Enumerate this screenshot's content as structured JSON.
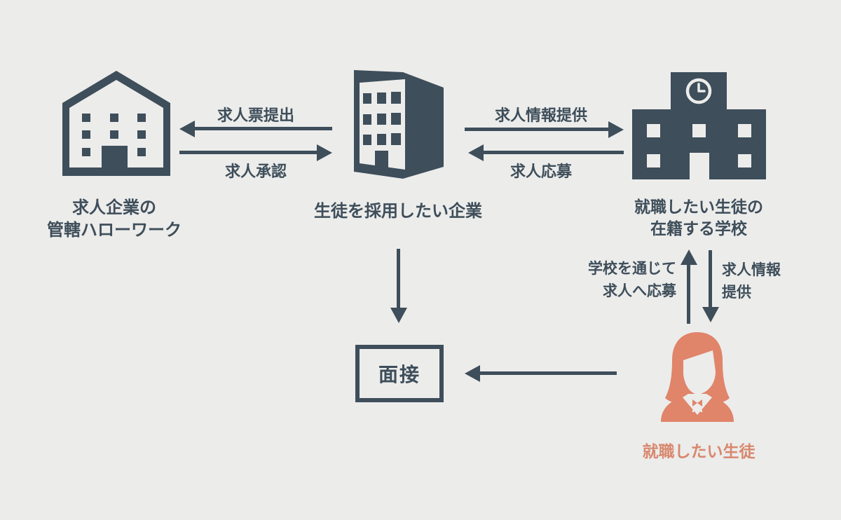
{
  "colors": {
    "background": "#ececeb",
    "primary_dark": "#3e4e5a",
    "accent_coral": "#e0846a",
    "coral_text": "#d8886e"
  },
  "icons": {
    "hellowork": "government-building-icon",
    "company": "office-building-icon",
    "school": "school-icon",
    "student": "student-icon"
  },
  "nodes": {
    "hellowork": {
      "label_line1": "求人企業の",
      "label_line2": "管轄ハローワーク"
    },
    "company": {
      "label": "生徒を採用したい企業"
    },
    "school": {
      "label_line1": "就職したい生徒の",
      "label_line2": "在籍する学校"
    },
    "student": {
      "label": "就職したい生徒"
    },
    "interview": {
      "label": "面接"
    }
  },
  "arrows": {
    "submit_posting": {
      "label": "求人票提出",
      "from": "company",
      "to": "hellowork",
      "direction": "left"
    },
    "approve_posting": {
      "label": "求人承認",
      "from": "hellowork",
      "to": "company",
      "direction": "right"
    },
    "provide_info_school": {
      "label": "求人情報提供",
      "from": "company",
      "to": "school",
      "direction": "right"
    },
    "apply_posting": {
      "label": "求人応募",
      "from": "school",
      "to": "company",
      "direction": "left"
    },
    "company_to_interview": {
      "from": "company",
      "to": "interview",
      "direction": "down"
    },
    "student_to_interview": {
      "from": "student",
      "to": "interview",
      "direction": "left"
    },
    "apply_via_school": {
      "label_line1": "学校を通じて",
      "label_line2": "求人へ応募",
      "from": "student",
      "to": "school",
      "direction": "up"
    },
    "provide_info_student": {
      "label_line1": "求人情報",
      "label_line2": "提供",
      "from": "school",
      "to": "student",
      "direction": "down"
    }
  }
}
